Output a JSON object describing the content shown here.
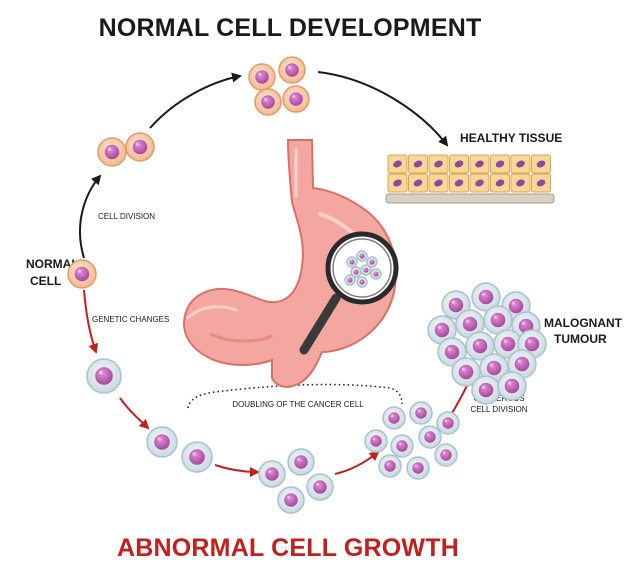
{
  "titles": {
    "top": "NORMAL CELL DEVELOPMENT",
    "bottom": "ABNORMAL CELL GROWTH"
  },
  "labels": {
    "normal_cell_line1": "NORMAL",
    "normal_cell_line2": "CELL",
    "cell_division": "CELL DIVISION",
    "genetic_changes": "GENETIC CHANGES",
    "healthy_tissue": "HEALTHY TISSUE",
    "doubling": "DOUBLING OF THE CANCER CELL",
    "cancerous_line1": "CANCEROUS",
    "cancerous_line2": "CELL DIVISION",
    "tumour_line1": "MALOGNANT",
    "tumour_line2": "TUMOUR"
  },
  "colors": {
    "normal_cell_fill": "#f7cfae",
    "normal_cell_stroke": "#e59a6c",
    "nucleus": "#c25fb6",
    "cancer_cell_fill": "#dde9ee",
    "cancer_cell_stroke": "#a9c2cc",
    "stomach_fill": "#f4a7a0",
    "stomach_stroke": "#d8706a",
    "tissue_fill": "#f8d695",
    "tissue_nucleus": "#8b4a9e",
    "arrow_dark": "#1a1a1a",
    "arrow_red": "#c0201e"
  },
  "icons": [
    "magnifier-icon",
    "stomach-illustration"
  ]
}
